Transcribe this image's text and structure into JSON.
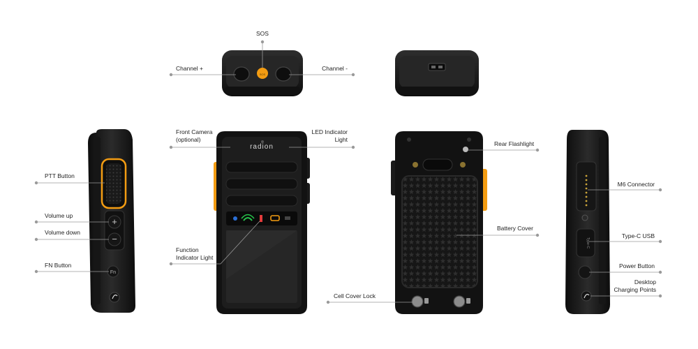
{
  "labels": {
    "sos": "SOS",
    "channel_plus": "Channel +",
    "channel_minus": "Channel -",
    "front_camera": "Front Camera\n(optional)",
    "led_indicator": "LED Indicator\nLight",
    "ptt_button": "PTT Button",
    "volume_up": "Volume up",
    "volume_down": "Volume down",
    "fn_button": "FN Button",
    "function_indicator": "Function\nIndicator Light",
    "rear_flashlight": "Rear Flashlight",
    "battery_cover": "Battery Cover",
    "cell_cover_lock": "Cell Cover Lock",
    "m6_connector": "M6 Connector",
    "type_c_usb": "Type-C USB",
    "power_button": "Power Button",
    "desktop_charging": "Desktop\nCharging Points"
  },
  "device": {
    "brand_logo": "radion",
    "sos_key": "SOS",
    "side_fn_key": "Fn",
    "side_plus": "+",
    "side_minus": "−",
    "usb_port": "Type-C"
  },
  "colors": {
    "body": "#1c1c1c",
    "body_highlight": "#3a3a3a",
    "accent_orange": "#f39c12",
    "leader_line": "#9a9a9a",
    "text": "#222222"
  }
}
